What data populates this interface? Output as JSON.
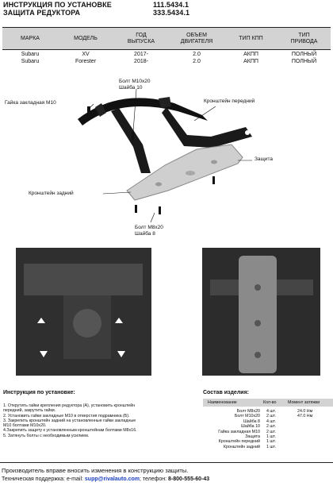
{
  "header": {
    "title_line1": "ИНСТРУКЦИЯ ПО УСТАНОВКЕ",
    "title_line2": "ЗАЩИТА РЕДУКТОРА",
    "code_line1": "111.5434.1",
    "code_line2": "333.5434.1"
  },
  "vehicle_table": {
    "columns": [
      "МАРКА",
      "МОДЕЛЬ",
      "ГОД\nВЫПУСКА",
      "ОБЪЕМ\nДВИГАТЕЛЯ",
      "ТИП КПП",
      "ТИП\nПРИВОДА"
    ],
    "rows": [
      [
        "Subaru\nSubaru",
        "XV\nForester",
        "2017-\n2018-",
        "2.0\n2.0",
        "АКПП\nАКПП",
        "ПОЛНЫЙ\nПОЛНЫЙ"
      ]
    ]
  },
  "diagram": {
    "labels": {
      "bolt_top": "Болт M10x20\nШайба 10",
      "nut": "Гайка закладная M10",
      "bracket_front": "Кронштейн передний",
      "guard": "Защита",
      "bracket_rear": "Кронштейн задний",
      "bolt_bottom": "Болт M8x20\nШайба 8"
    }
  },
  "instructions": {
    "title": "Инструкция по установке:",
    "steps": [
      "1. Открутить гайки крепления редуктора (А), установить кронштейн",
      "передний, закрутить гайки.",
      "2. Установить гайки закладные M10 в отверстия подрамника (Б).",
      "3. Закрепить кронштейн задний на установленные гайки закладные",
      "M10 болтами M10x20.",
      "4.Закрепить защиту к установленным кронштейнам болтами M8x16.",
      "5. Затянуть болты с необходимым усилием."
    ]
  },
  "parts": {
    "title": "Состав изделия:",
    "headers": [
      "Наименование",
      "Кол-во",
      "Момент затяжки"
    ],
    "rows": [
      [
        "Болт M8x20",
        "4 шт.",
        "24.0 Нм"
      ],
      [
        "Болт M10x20",
        "2 шт.",
        "47.0 Нм"
      ],
      [
        "Шайба 8",
        "4 шт.",
        ""
      ],
      [
        "Шайба 10",
        "2 шт.",
        ""
      ],
      [
        "Гайка закладная M10",
        "2 шт.",
        ""
      ],
      [
        "Защита",
        "1 шт.",
        ""
      ],
      [
        "Кронштейн передний",
        "1 шт.",
        ""
      ],
      [
        "Кронштейн задний",
        "1 шт.",
        ""
      ]
    ]
  },
  "footer": {
    "line1": "Производитель вправе вносить изменения в конструкцию защиты.",
    "line2_prefix": "Техническая поддержка:  e-mail: ",
    "email": "supp@rivalauto.com",
    "line2_suffix": ";  телефон: ",
    "phone": "8-800-555-60-43"
  },
  "colors": {
    "table_header_bg": "#d3d3d3",
    "link": "#1a3fbf"
  }
}
